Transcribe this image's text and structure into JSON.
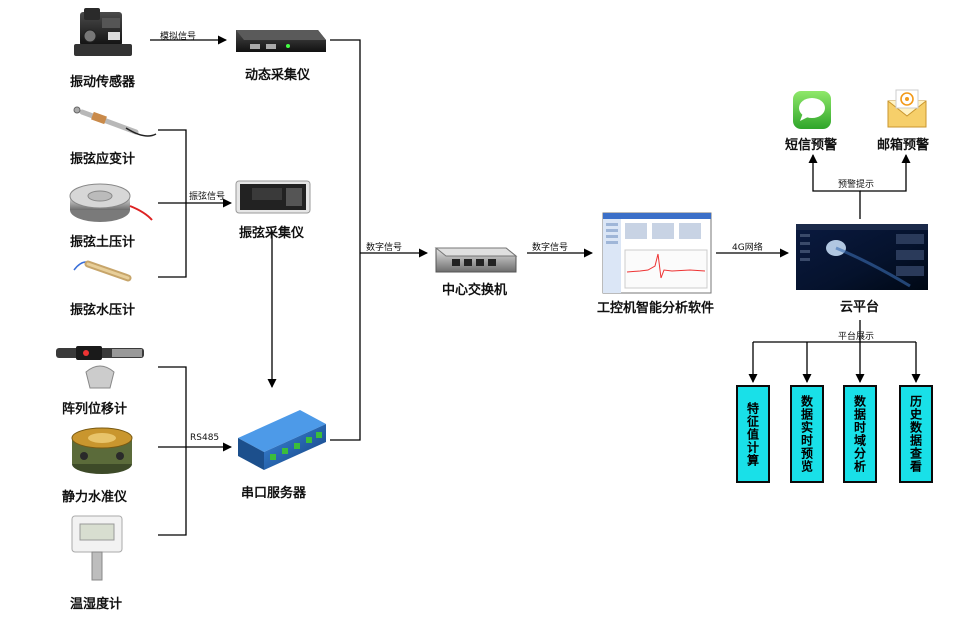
{
  "nodes": {
    "vibration_sensor": "振动传感器",
    "dynamic_collector": "动态采集仪",
    "strain_gauge": "振弦应变计",
    "earth_pressure": "振弦土压计",
    "string_collector": "振弦采集仪",
    "water_pressure": "振弦水压计",
    "displacement": "阵列位移计",
    "level_gauge": "静力水准仪",
    "humidity": "温湿度计",
    "serial_server": "串口服务器",
    "switch": "中心交换机",
    "ipc_software": "工控机智能分析软件",
    "cloud": "云平台",
    "sms_alert": "短信预警",
    "email_alert": "邮箱预警"
  },
  "edges": {
    "analog": "模拟信号",
    "string_signal": "振弦信号",
    "digital1": "数字信号",
    "digital2": "数字信号",
    "network": "4G网络",
    "alert_tip": "预警提示",
    "platform": "平台展示",
    "rs485": "RS485"
  },
  "features": [
    "特征值计算",
    "数据实时预览",
    "数据时域分析",
    "历史数据查看"
  ],
  "colors": {
    "feature_fill": "#19e0e8",
    "line": "#000000",
    "sms": "#3ccc3c",
    "email": "#f2b33d"
  }
}
